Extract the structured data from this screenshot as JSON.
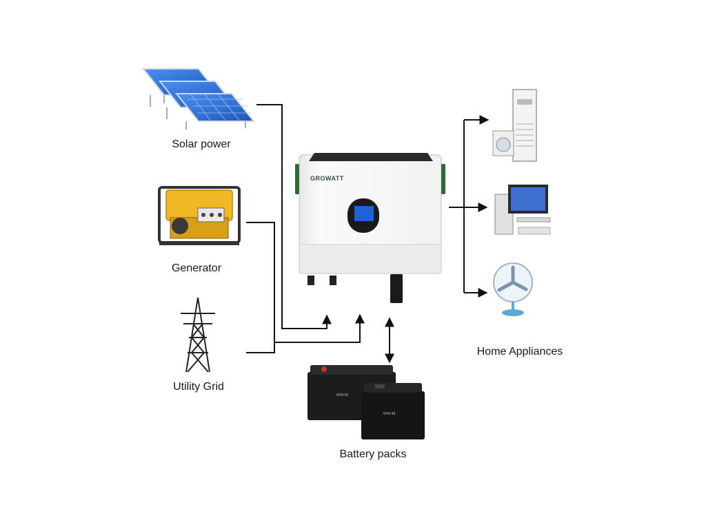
{
  "labels": {
    "solar": "Solar power",
    "generator": "Generator",
    "grid": "Utility Grid",
    "home": "Home Appliances",
    "battery": "Battery packs"
  },
  "inverter": {
    "brand": "GROWATT"
  },
  "battery_marks": {
    "big": "6FM-65",
    "small": "6FM-38"
  },
  "colors": {
    "line": "#111111",
    "inverter_body": "#f4f4f4",
    "screen": "#2060d8",
    "battery": "#1c1c1c",
    "solar_panel": "#2c6fd6",
    "generator": "#f2b824"
  }
}
